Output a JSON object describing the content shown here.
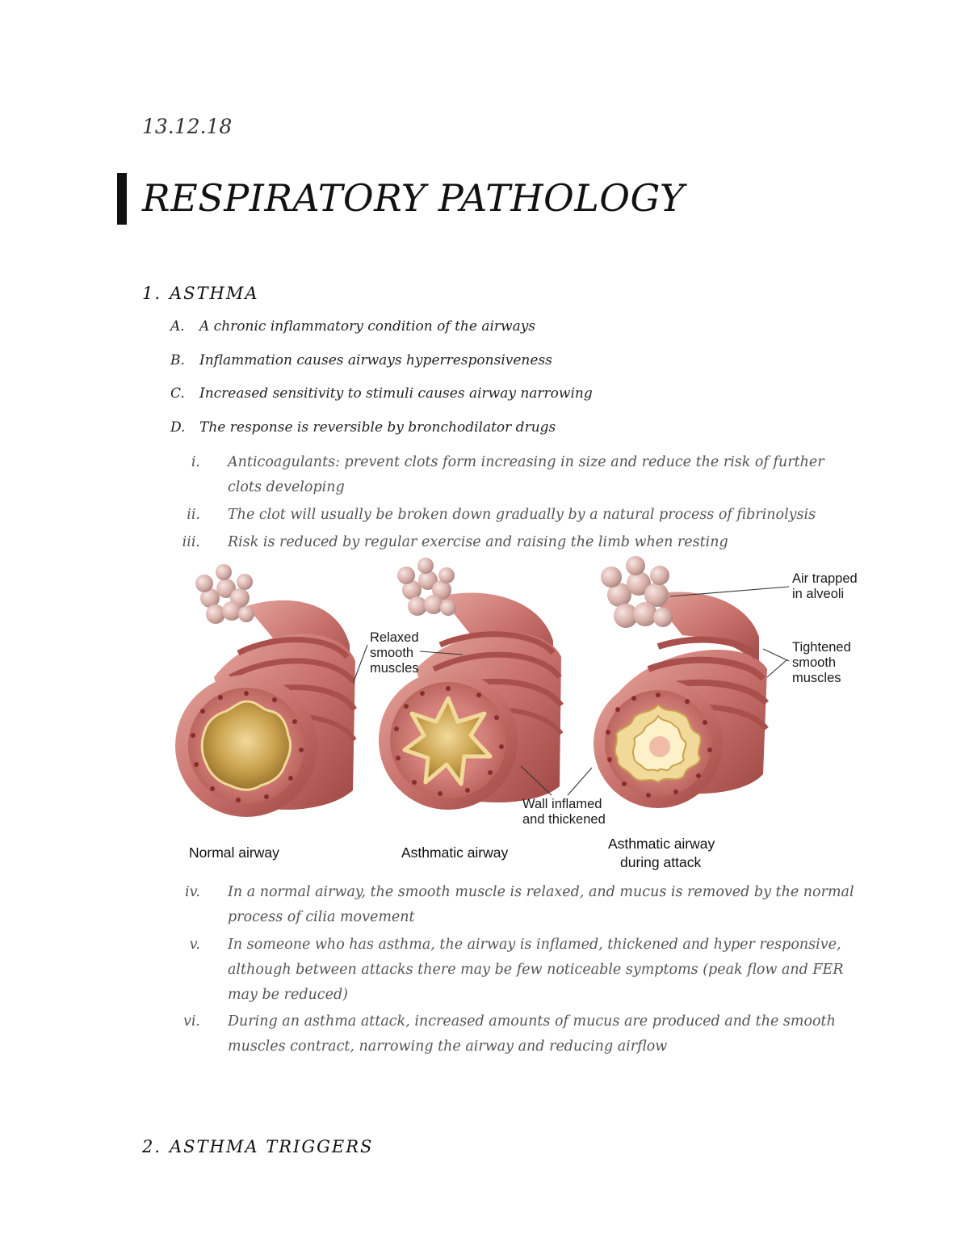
{
  "date": "13.12.18",
  "title": "RESPIRATORY PATHOLOGY",
  "sections": [
    {
      "number": "1.",
      "heading": "ASTHMA"
    },
    {
      "number": "2.",
      "heading": "ASTHMA TRIGGERS"
    }
  ],
  "asthma_points": [
    {
      "marker": "A.",
      "text": "A chronic inflammatory condition of the airways"
    },
    {
      "marker": "B.",
      "text": "Inflammation causes airways hyperresponsiveness"
    },
    {
      "marker": "C.",
      "text": "Increased sensitivity to stimuli causes airway narrowing"
    },
    {
      "marker": "D.",
      "text": "The response is reversible by bronchodilator drugs"
    }
  ],
  "sub_points": [
    {
      "marker": "i.",
      "text": "Anticoagulants: prevent clots form increasing in size and reduce the risk of further clots developing"
    },
    {
      "marker": "ii.",
      "text": "The clot will usually be broken down gradually by a natural process of fibrinolysis"
    },
    {
      "marker": "iii.",
      "text": "Risk is reduced by regular exercise and raising the limb when resting"
    },
    {
      "marker": "iv.",
      "text": "In a normal airway, the smooth muscle is relaxed, and mucus is removed by the normal process of cilia movement"
    },
    {
      "marker": "v.",
      "text": "In someone who has asthma, the airway is inflamed, thickened and hyper responsive, although between attacks there may be few noticeable symptoms (peak flow and FER may be reduced)"
    },
    {
      "marker": "vi.",
      "text": "During an asthma attack, increased amounts of mucus are produced and the smooth muscles contract, narrowing the airway and reducing airflow"
    }
  ],
  "figure": {
    "labels": {
      "relaxed": [
        "Relaxed",
        "smooth",
        "muscles"
      ],
      "air_trapped": [
        "Air trapped",
        "in alveoli"
      ],
      "tightened": [
        "Tightened",
        "smooth",
        "muscles"
      ],
      "wall": [
        "Wall inflamed",
        "and thickened"
      ]
    },
    "captions": {
      "normal": "Normal airway",
      "asthmatic": "Asthmatic airway",
      "attack": [
        "Asthmatic airway",
        "during attack"
      ]
    },
    "colors": {
      "tissue": "#c9716c",
      "tissue_dark": "#a9504c",
      "ring_light": "#e29a92",
      "inner_wall": "#d4827b",
      "mucus": "#caa24e",
      "mucus_light": "#f1d99a",
      "alveoli": "#d9b1ab"
    }
  }
}
